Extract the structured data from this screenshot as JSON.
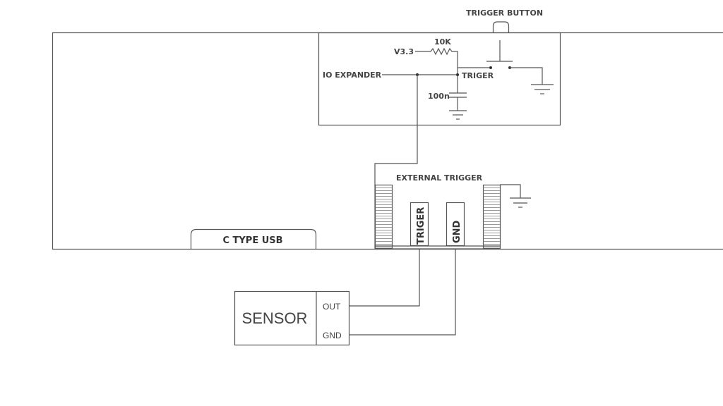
{
  "labels": {
    "trigger_button": "TRIGGER BUTTON",
    "resistor": "10K",
    "supply": "V3.3",
    "io_expander": "IO EXPANDER",
    "trigger_node": "TRIGER",
    "capacitor": "100n",
    "external_trigger": "EXTERNAL TRIGGER",
    "pin_trigger": "TRIGER",
    "pin_gnd": "GND",
    "usb": "C TYPE USB",
    "sensor": "SENSOR",
    "sensor_out": "OUT",
    "sensor_gnd": "GND"
  }
}
